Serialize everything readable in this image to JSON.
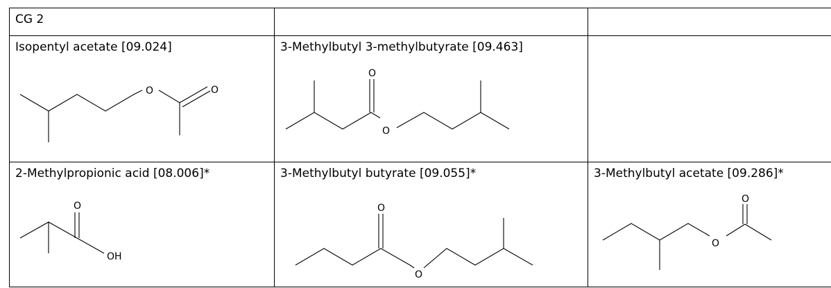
{
  "table": {
    "header": {
      "group": "CG 2"
    },
    "rows": [
      {
        "cells": [
          {
            "name": "Isopentyl acetate [09.024]",
            "atoms": [
              "O",
              "O"
            ]
          },
          {
            "name": "3-Methylbutyl 3-methylbutyrate [09.463]",
            "atoms": [
              "O",
              "O"
            ]
          },
          {
            "name": ""
          }
        ]
      },
      {
        "cells": [
          {
            "name": "2-Methylpropionic acid [08.006]*",
            "atoms": [
              "O",
              "OH"
            ]
          },
          {
            "name": "3-Methylbutyl butyrate [09.055]*",
            "atoms": [
              "O",
              "O"
            ]
          },
          {
            "name": "3-Methylbutyl acetate [09.286]*",
            "atoms": [
              "O",
              "O"
            ]
          }
        ]
      }
    ]
  }
}
